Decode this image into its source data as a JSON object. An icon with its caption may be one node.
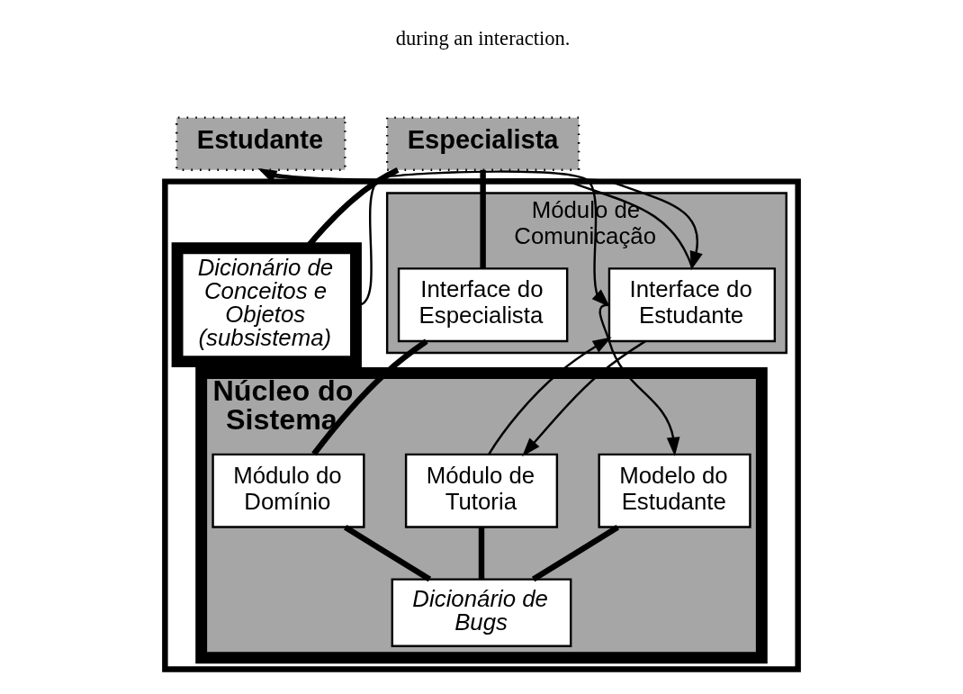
{
  "diagram": {
    "nodes": [
      {
        "text": [
          "Especialista"
        ]
      },
      {
        "text": [
          "Estudante"
        ]
      },
      {
        "text": [],
        "shape": "box"
      },
      {
        "text": [
          "Dicionário de Conceitos e Objetos (subsistema)"
        ],
        "in": 2
      },
      {
        "text": [
          "Módulo de Comunicação"
        ],
        "in": 2
      },
      {
        "text": [
          "Interface do Estudante"
        ],
        "in": 4
      },
      {
        "text": [
          "Interface do Especialista"
        ],
        "in": 4
      },
      {
        "text": [
          "Núcleo do Sistema"
        ],
        "in": 2
      },
      {
        "text": [
          "Modelo do Estudante"
        ],
        "in": 7
      },
      {
        "text": [
          "Módulo de Tutoria"
        ],
        "in": 7
      },
      {
        "text": [
          "Módulo do Domínio"
        ],
        "in": 7
      },
      {
        "text": [
          "Dicionário de Bugs"
        ],
        "in": 7
      }
    ],
    "edges": [
      {
        "from": 3,
        "to": 0,
        "arrow": "none",
        "style": "thick"
      },
      {
        "from": 0,
        "to": 6,
        "arrow": "none",
        "style": "thick"
      },
      {
        "from": 5,
        "to": 1,
        "arrow": "to"
      },
      {
        "from": 1,
        "to": 5,
        "arrow": "to"
      },
      {
        "from": 3,
        "to": 5,
        "arrow": "to"
      },
      {
        "from": 5,
        "to": 8,
        "arrow": "to"
      },
      {
        "from": 9,
        "to": 5,
        "arrow": "to"
      },
      {
        "from": 5,
        "to": 9,
        "arrow": "to"
      },
      {
        "from": 6,
        "to": 10,
        "arrow": "none",
        "style": "thick"
      },
      {
        "from": 8,
        "to": 11,
        "arrow": "none",
        "style": "thick"
      },
      {
        "from": 9,
        "to": 11,
        "arrow": "none",
        "style": "thick"
      },
      {
        "from": 10,
        "to": 11,
        "arrow": "none",
        "style": "thick"
      }
    ],
    "labels": [
      "during an interaction."
    ]
  }
}
